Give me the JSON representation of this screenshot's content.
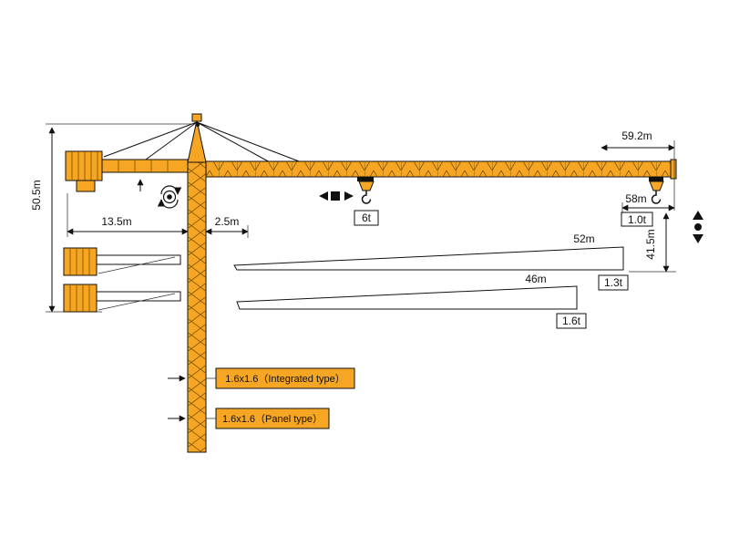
{
  "colors": {
    "crane": "#F6A623",
    "outline": "#111111",
    "background": "#FFFFFF"
  },
  "dimensions": {
    "total_height": "50.5m",
    "counter_jib_length": "13.5m",
    "mast_offset": "2.5m",
    "jib_tip_radius": "59.2m",
    "max_working_radius": "58m",
    "alt_hook_height": "41.5m"
  },
  "capacities": {
    "mid_capacity": "6t",
    "tip_capacity_59": "1.0t",
    "tip_capacity_52": "1.3t",
    "tip_capacity_46": "1.6t"
  },
  "jib_options": {
    "jib_52": "52m",
    "jib_46": "46m"
  },
  "mast_sections": {
    "integrated": "1.6x1.6（Integrated type）",
    "panel": "1.6x1.6（Panel type）"
  }
}
